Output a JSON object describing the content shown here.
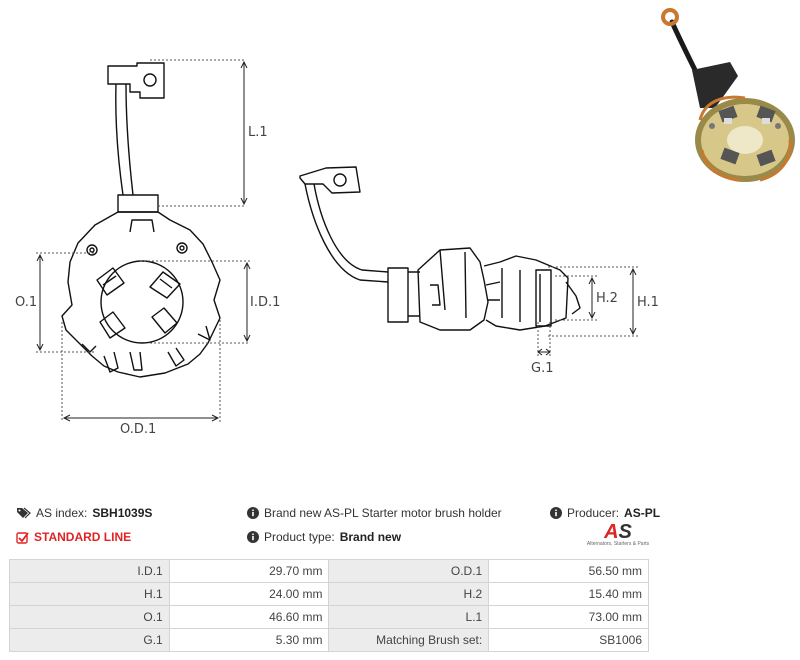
{
  "drawing": {
    "labels": {
      "l1": "L.1",
      "o1": "O.1",
      "id1": "I.D.1",
      "od1": "O.D.1",
      "h1": "H.1",
      "h2": "H.2",
      "g1": "G.1"
    }
  },
  "info": {
    "as_index_label": "AS index:",
    "as_index_value": "SBH1039S",
    "line": "STANDARD LINE",
    "description": "Brand new AS-PL Starter motor brush holder",
    "product_type_label": "Product type:",
    "product_type_value": "Brand new",
    "producer_label": "Producer:",
    "producer_value": "AS-PL"
  },
  "logo": {
    "mark_a": "A",
    "mark_b": "S",
    "tagline": "Alternators, Starters & Parts"
  },
  "specs": {
    "rows": [
      [
        {
          "label": "I.D.1",
          "value": "29.70 mm"
        },
        {
          "label": "O.D.1",
          "value": "56.50 mm"
        }
      ],
      [
        {
          "label": "H.1",
          "value": "24.00 mm"
        },
        {
          "label": "H.2",
          "value": "15.40 mm"
        }
      ],
      [
        {
          "label": "O.1",
          "value": "46.60 mm"
        },
        {
          "label": "L.1",
          "value": "73.00 mm"
        }
      ],
      [
        {
          "label": "G.1",
          "value": "5.30 mm"
        },
        {
          "label": "Matching Brush set:",
          "value": "SB1006"
        }
      ]
    ]
  },
  "colors": {
    "accent_red": "#e02424",
    "table_label_bg": "#ececec",
    "table_border": "#d4d4d4"
  },
  "icons": {
    "as_index": "tags-icon",
    "standard_line": "checkbox-check-icon",
    "description": "info-circle-icon",
    "product_type": "info-circle-icon",
    "producer": "info-circle-icon"
  }
}
